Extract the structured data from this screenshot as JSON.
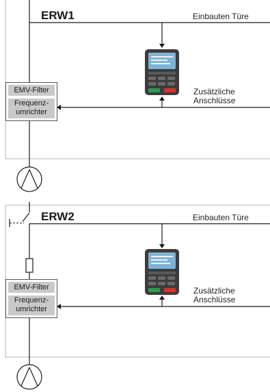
{
  "panels": [
    {
      "title": "ERW1",
      "door_label": "Einbauten Türe",
      "extra_label": "Zusätzliche Anschlüsse",
      "emv_label": "EMV-Filter",
      "fu_label": "Frequenz-umrichter"
    },
    {
      "title": "ERW2",
      "door_label": "Einbauten Türe",
      "extra_label": "Zusätzliche Anschlüsse",
      "emv_label": "EMV-Filter",
      "fu_label": "Frequenz-umrichter"
    }
  ],
  "colors": {
    "line": "#1a1a1a",
    "border": "#b5b5b5",
    "box_fill": "#c9c9c9",
    "keypad_body": "#3c3c3c",
    "keypad_screen": "#7fb3d6",
    "key_green": "#2f9a54",
    "key_red": "#d0362b"
  },
  "icons": [
    "motor-icon",
    "keypad-icon",
    "switch-icon",
    "fuse-icon"
  ]
}
